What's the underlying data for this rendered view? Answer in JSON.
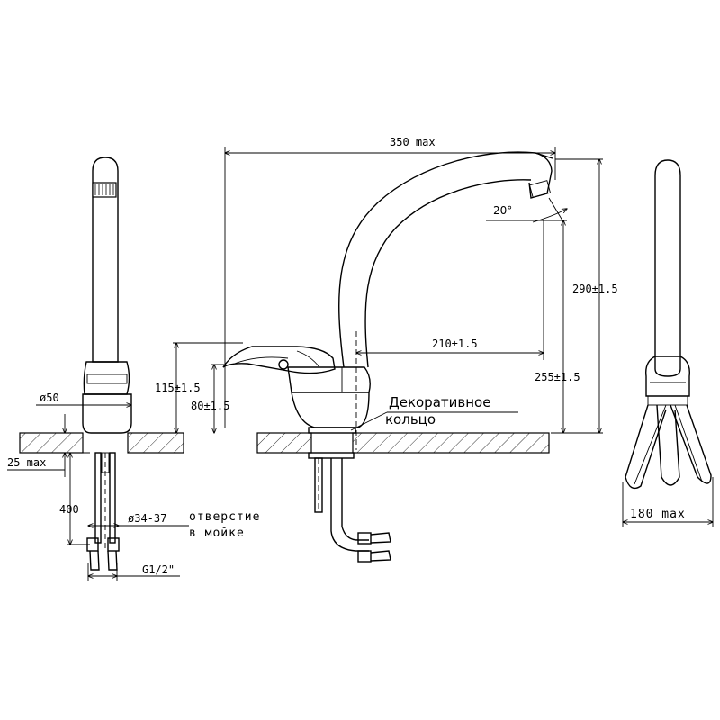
{
  "dimensions": {
    "width_max": "350 max",
    "angle": "20°",
    "height_total": "290±1.5",
    "spout_reach": "210±1.5",
    "spout_height": "255±1.5",
    "lever_height": "115±1.5",
    "body_height": "80±1.5",
    "base_diameter": "ø50",
    "mount_thickness": "25 max",
    "hose_length": "400",
    "hole_diameter": "ø34-37",
    "thread": "G1/2\"",
    "handle_swing": "180 max"
  },
  "labels": {
    "decorative_ring_line1": "Декоративное",
    "decorative_ring_line2": "кольцо",
    "hole_line1": "отверстие",
    "hole_line2": "в мойке"
  }
}
